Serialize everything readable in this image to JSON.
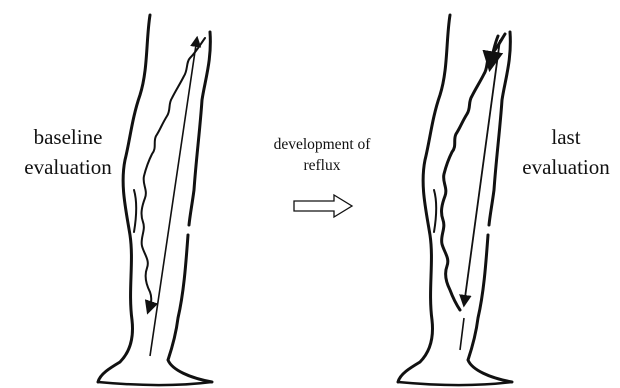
{
  "labels": {
    "left": {
      "line1": "baseline",
      "line2": "evaluation"
    },
    "middle": {
      "line1": "development of",
      "line2": "reflux"
    },
    "right": {
      "line1": "last",
      "line2": "evaluation"
    }
  },
  "colors": {
    "ink": "#111111",
    "background": "#ffffff"
  },
  "icons": {
    "transition": "hollow-right-arrow-icon",
    "flow": "flow-arrow-icon"
  }
}
